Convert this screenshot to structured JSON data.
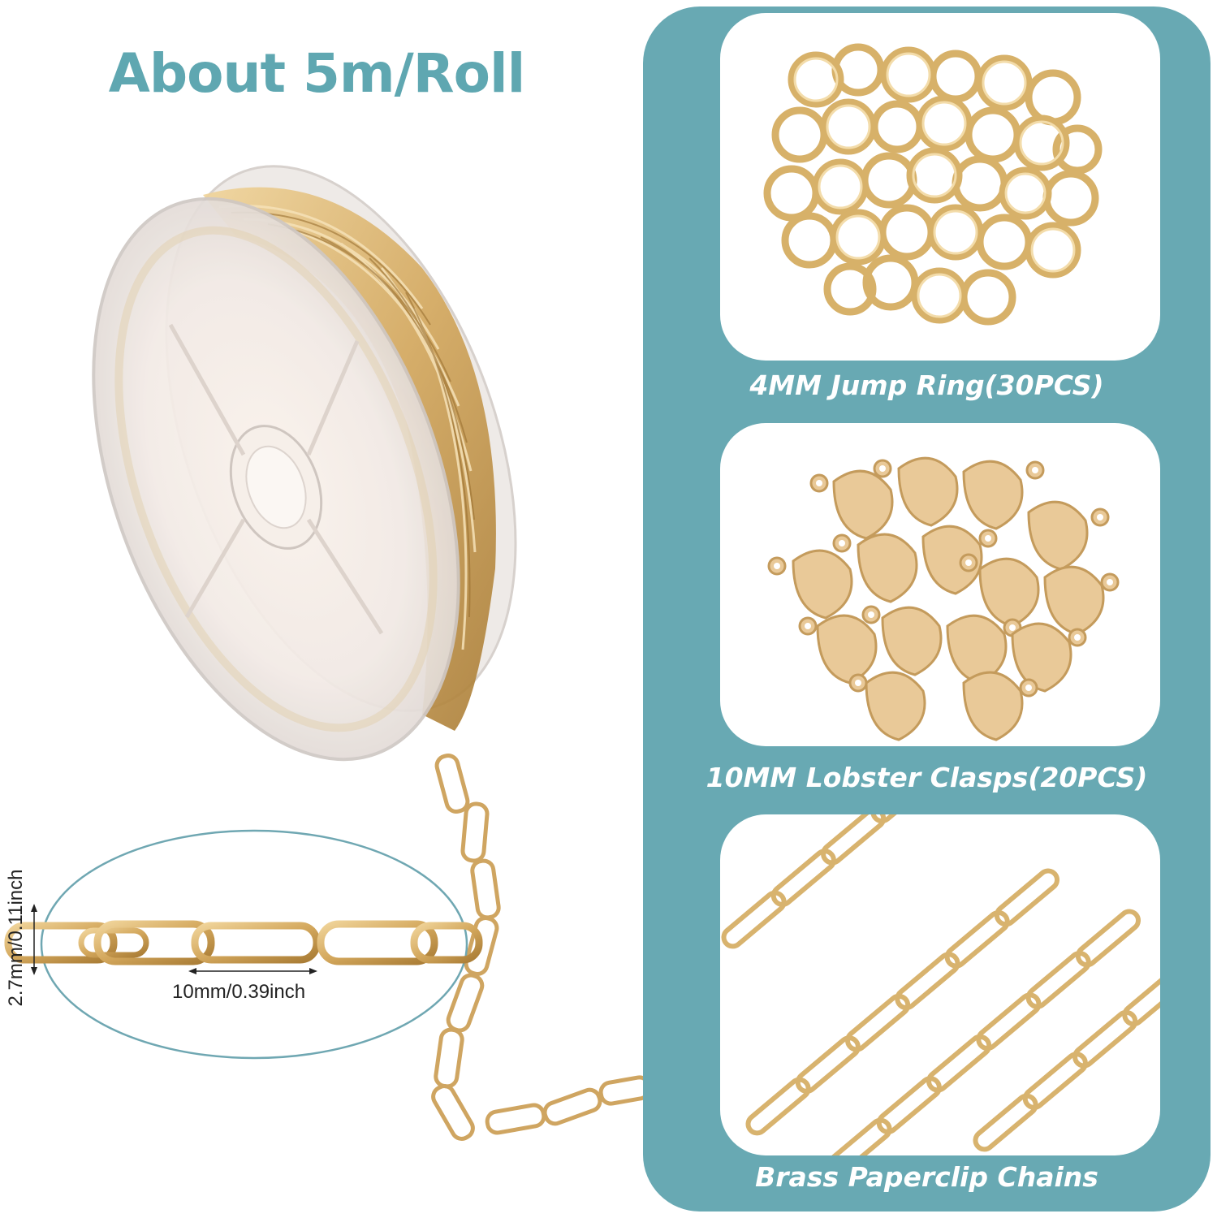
{
  "headline": "About 5m/Roll",
  "dimensions": {
    "width_label": "10mm/0.39inch",
    "height_label": "2.7mm/0.11inch"
  },
  "products": [
    {
      "caption": "4MM Jump Ring(30PCS)",
      "image": "gold jump rings"
    },
    {
      "caption": "10MM Lobster Clasps(20PCS)",
      "image": "gold lobster clasps"
    },
    {
      "caption": "Brass Paperclip Chains",
      "image": "gold paperclip chains"
    }
  ],
  "colors": {
    "accent": "#5fa7b1",
    "panel": "#68a9b3",
    "gold": "#d8b36e",
    "gold_dark": "#b98d44"
  }
}
